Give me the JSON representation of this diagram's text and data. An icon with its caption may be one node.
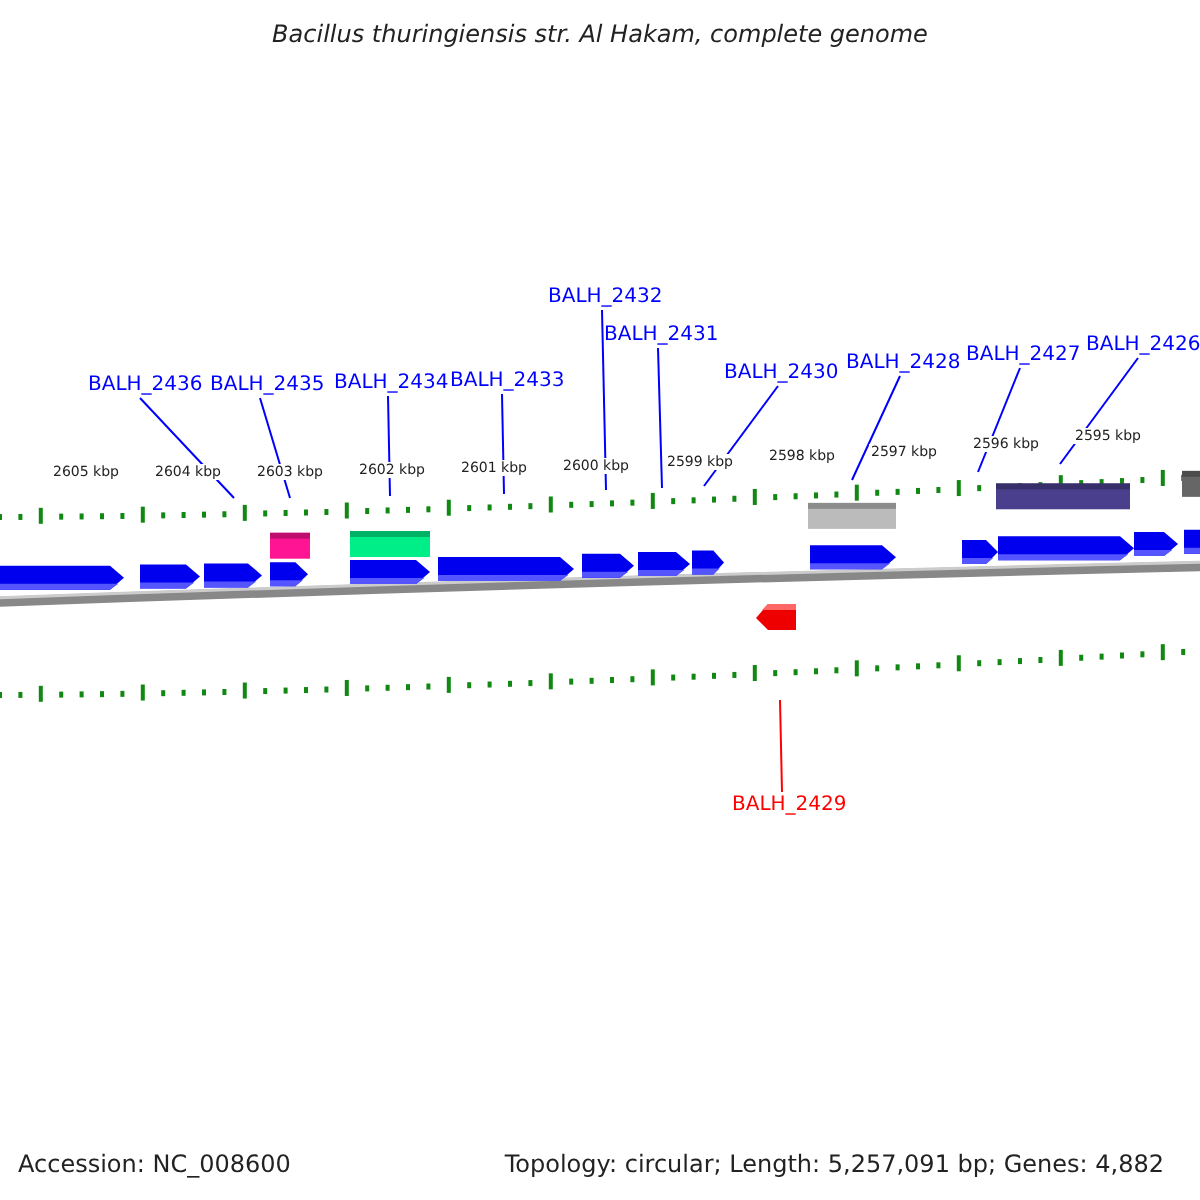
{
  "diagram": {
    "title": "Bacillus thuringiensis str. Al Hakam, complete genome",
    "nodes": [
      {
        "text": [
          "BALH_2436"
        ]
      },
      {
        "text": [
          "BALH_2435"
        ]
      },
      {
        "text": [
          "BALH_2434"
        ]
      },
      {
        "text": [
          "BALH_2433"
        ]
      },
      {
        "text": [
          "BALH_2432"
        ]
      },
      {
        "text": [
          "BALH_2431"
        ]
      },
      {
        "text": [
          "BALH_2430"
        ]
      },
      {
        "text": [
          "BALH_2428"
        ]
      },
      {
        "text": [
          "BALH_2427"
        ]
      },
      {
        "text": [
          "BALH_2426"
        ]
      },
      {
        "text": [
          "BALH_2429"
        ]
      }
    ],
    "edges": [
      {
        "from": 0,
        "to": null,
        "arrow": "none"
      },
      {
        "from": 1,
        "to": null,
        "arrow": "none"
      },
      {
        "from": 2,
        "to": null,
        "arrow": "none"
      },
      {
        "from": 3,
        "to": null,
        "arrow": "none"
      },
      {
        "from": 4,
        "to": null,
        "arrow": "none"
      },
      {
        "from": 5,
        "to": null,
        "arrow": "none"
      },
      {
        "from": 6,
        "to": null,
        "arrow": "none"
      },
      {
        "from": 7,
        "to": null,
        "arrow": "none"
      },
      {
        "from": 8,
        "to": null,
        "arrow": "none"
      },
      {
        "from": 9,
        "to": null,
        "arrow": "none"
      },
      {
        "from": 10,
        "to": null,
        "arrow": "none",
        "color": "#ff0000"
      }
    ],
    "labels": [
      "2605 kbp",
      "2604 kbp",
      "2603 kbp",
      "2602 kbp",
      "2601 kbp",
      "2600 kbp",
      "2599 kbp",
      "2598 kbp",
      "2597 kbp",
      "2596 kbp",
      "2595 kbp",
      "Accession: NC_008600",
      "Topology: circular; Length: 5,257,091 bp; Genes: 4,882"
    ]
  }
}
